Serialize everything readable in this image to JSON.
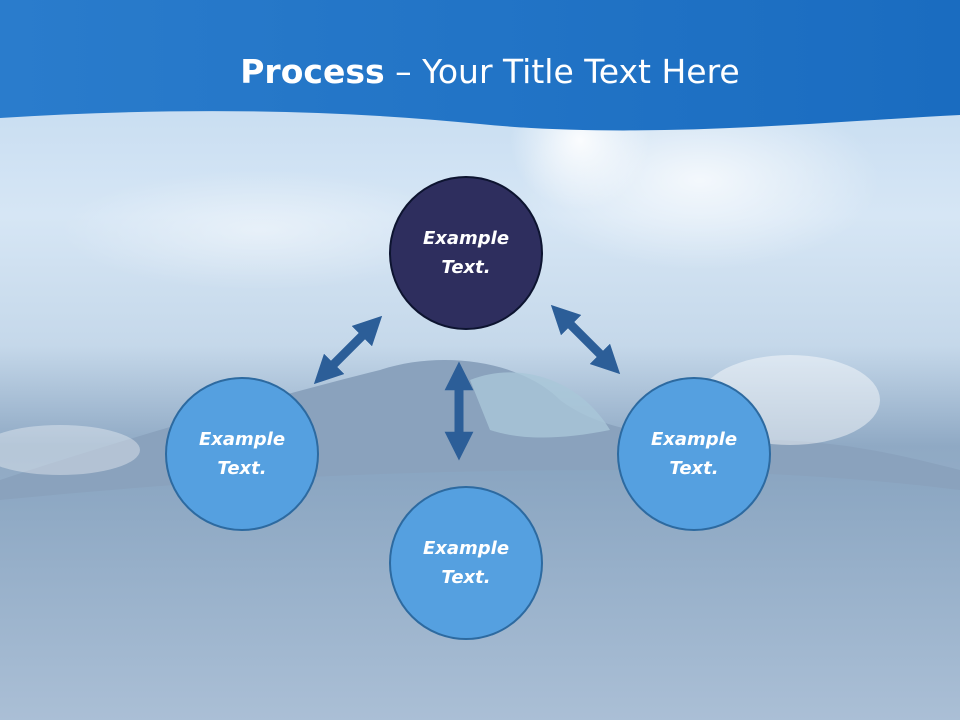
{
  "title": {
    "bold": "Process",
    "rest": " – Your Title Text Here"
  },
  "colors": {
    "header": "#1d74c6",
    "center_node": "#2e2e5e",
    "outer_node": "#55a0e0",
    "arrow": "#2c5e98"
  },
  "nodes": [
    {
      "id": "top",
      "label": "Example\nText."
    },
    {
      "id": "left",
      "label": "Example\nText."
    },
    {
      "id": "right",
      "label": "Example\nText."
    },
    {
      "id": "bottom",
      "label": "Example\nText."
    }
  ]
}
